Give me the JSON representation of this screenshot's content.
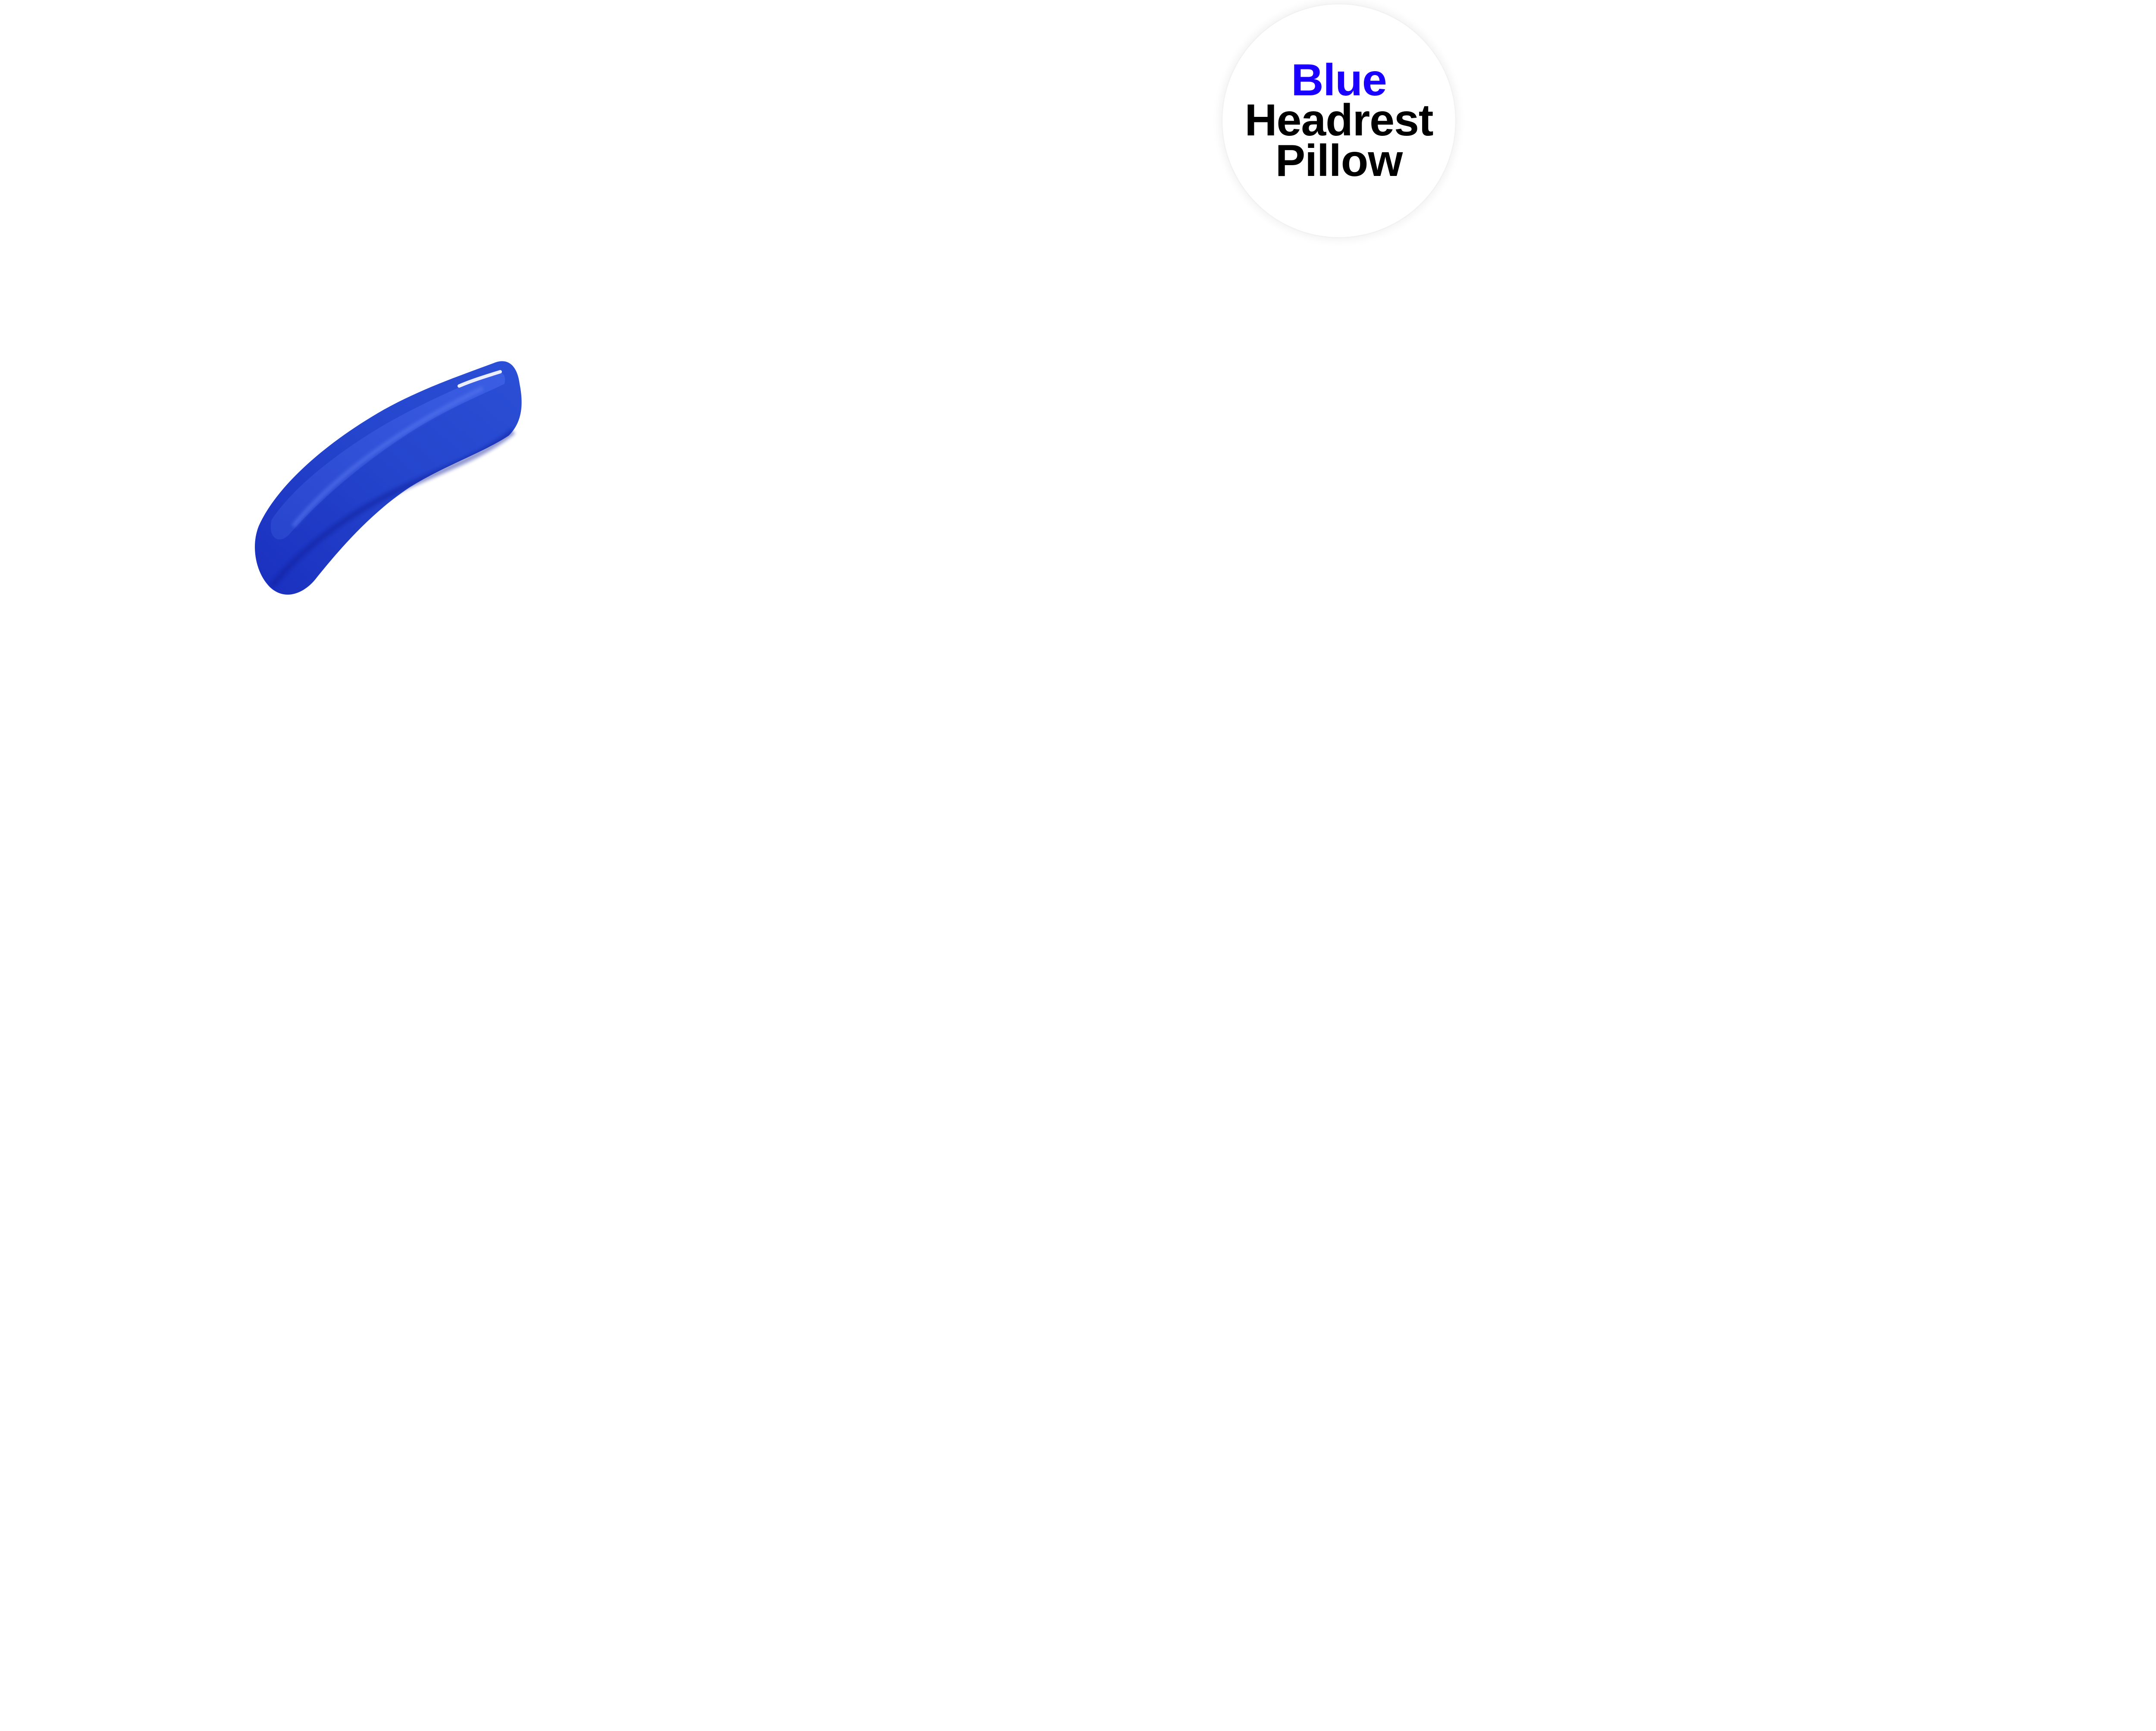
{
  "badge": {
    "color_word": "Blue",
    "line2": "Headrest",
    "line3": "Pillow"
  },
  "product": {
    "icon": "blue-headrest-pillow-image"
  },
  "colors": {
    "background": "#ffffff",
    "accent_blue": "#1a00ff",
    "pillow_blue": "#1f3fc8",
    "text_dark": "#000000"
  }
}
